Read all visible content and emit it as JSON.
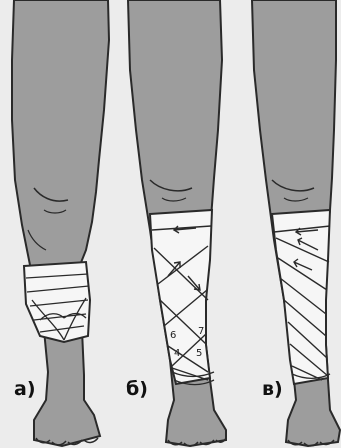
{
  "panels": [
    {
      "label": "а)"
    },
    {
      "label": "б)"
    },
    {
      "label": "в)"
    }
  ],
  "bandage_numbers": [
    "6",
    "7",
    "4",
    "5"
  ],
  "colors": {
    "background": "#ececec",
    "skin": "#9d9d9d",
    "outline": "#2a2a2a",
    "bandage": "#f6f6f6"
  }
}
